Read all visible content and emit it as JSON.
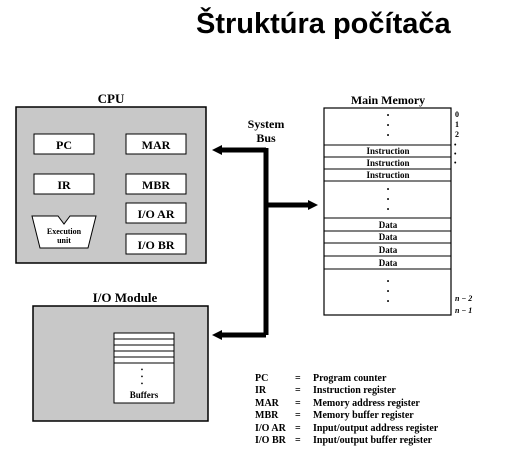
{
  "title": "Štruktúra počítača",
  "cpu": {
    "label": "CPU",
    "registers": {
      "pc": "PC",
      "mar": "MAR",
      "ir": "IR",
      "mbr": "MBR",
      "ioar": "I/O AR",
      "iobr": "I/O BR"
    },
    "execution_unit": {
      "line1": "Execution",
      "line2": "unit"
    }
  },
  "system_bus": {
    "line1": "System",
    "line2": "Bus"
  },
  "main_memory": {
    "label": "Main Memory",
    "instruction": "Instruction",
    "data": "Data",
    "dots": "•",
    "addr": {
      "a0": "0",
      "a1": "1",
      "a2": "2",
      "an2": "n − 2",
      "an1": "n − 1"
    }
  },
  "io_module": {
    "label": "I/O Module",
    "buffers": "Buffers"
  },
  "legend": [
    {
      "abbr": "PC",
      "eq": "=",
      "desc": "Program counter"
    },
    {
      "abbr": "IR",
      "eq": "=",
      "desc": "Instruction register"
    },
    {
      "abbr": "MAR",
      "eq": "=",
      "desc": "Memory address register"
    },
    {
      "abbr": "MBR",
      "eq": "=",
      "desc": "Memory buffer register"
    },
    {
      "abbr": "I/O AR",
      "eq": "=",
      "desc": "Input/output address register"
    },
    {
      "abbr": "I/O BR",
      "eq": "=",
      "desc": "Input/output buffer register"
    }
  ]
}
